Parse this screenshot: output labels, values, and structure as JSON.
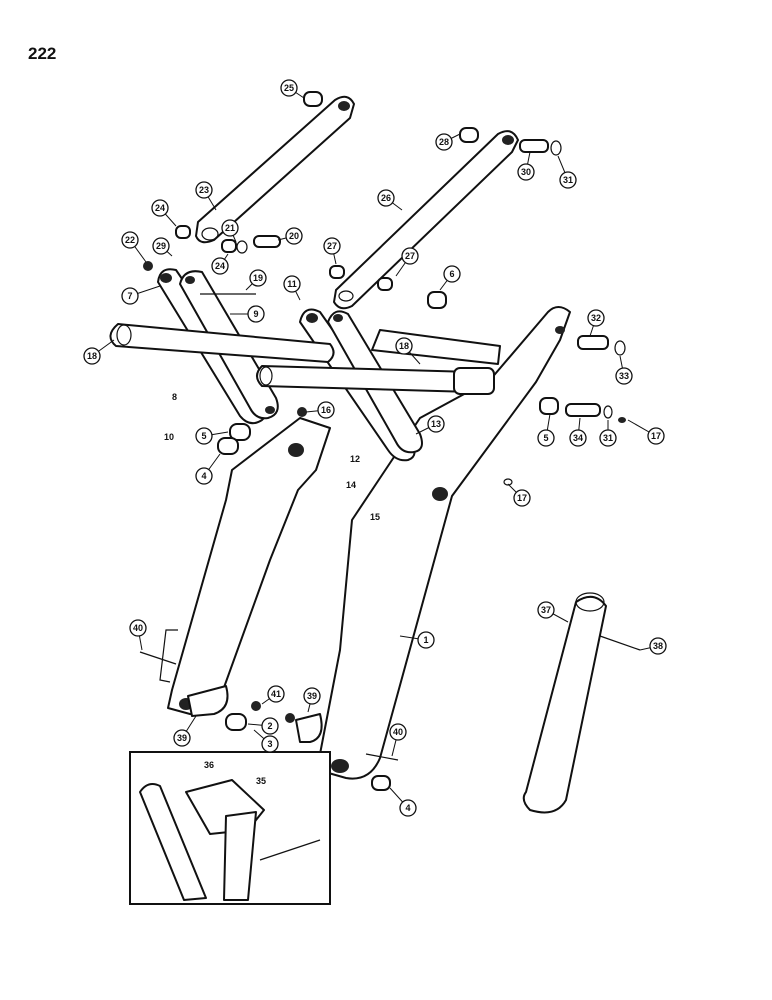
{
  "page_number": "222",
  "callouts": [
    {
      "id": "c25",
      "label": "25"
    },
    {
      "id": "c28",
      "label": "28"
    },
    {
      "id": "c30",
      "label": "30"
    },
    {
      "id": "c31a",
      "label": "31"
    },
    {
      "id": "c23",
      "label": "23"
    },
    {
      "id": "c26",
      "label": "26"
    },
    {
      "id": "c24a",
      "label": "24"
    },
    {
      "id": "c21",
      "label": "21"
    },
    {
      "id": "c20",
      "label": "20"
    },
    {
      "id": "c22",
      "label": "22"
    },
    {
      "id": "c29",
      "label": "29"
    },
    {
      "id": "c24b",
      "label": "24"
    },
    {
      "id": "c27a",
      "label": "27"
    },
    {
      "id": "c27b",
      "label": "27"
    },
    {
      "id": "c6",
      "label": "6"
    },
    {
      "id": "c19",
      "label": "19"
    },
    {
      "id": "c7",
      "label": "7"
    },
    {
      "id": "c11",
      "label": "11"
    },
    {
      "id": "c9",
      "label": "9"
    },
    {
      "id": "c32",
      "label": "32"
    },
    {
      "id": "c18a",
      "label": "18"
    },
    {
      "id": "c18b",
      "label": "18"
    },
    {
      "id": "c33",
      "label": "33"
    },
    {
      "id": "c5a",
      "label": "5"
    },
    {
      "id": "c16",
      "label": "16"
    },
    {
      "id": "c13",
      "label": "13"
    },
    {
      "id": "c5b",
      "label": "5"
    },
    {
      "id": "c34",
      "label": "34"
    },
    {
      "id": "c31b",
      "label": "31"
    },
    {
      "id": "c17a",
      "label": "17"
    },
    {
      "id": "c4a",
      "label": "4"
    },
    {
      "id": "c17b",
      "label": "17"
    },
    {
      "id": "c1",
      "label": "1"
    },
    {
      "id": "c37",
      "label": "37"
    },
    {
      "id": "c40a",
      "label": "40"
    },
    {
      "id": "c38",
      "label": "38"
    },
    {
      "id": "c41",
      "label": "41"
    },
    {
      "id": "c39a",
      "label": "39"
    },
    {
      "id": "c2",
      "label": "2"
    },
    {
      "id": "c39b",
      "label": "39"
    },
    {
      "id": "c3",
      "label": "3"
    },
    {
      "id": "c40b",
      "label": "40"
    },
    {
      "id": "c4b",
      "label": "4"
    }
  ],
  "plain_labels": [
    {
      "id": "p8",
      "label": "8"
    },
    {
      "id": "p10",
      "label": "10"
    },
    {
      "id": "p12",
      "label": "12"
    },
    {
      "id": "p14",
      "label": "14"
    },
    {
      "id": "p15",
      "label": "15"
    },
    {
      "id": "p36",
      "label": "36"
    },
    {
      "id": "p35",
      "label": "35"
    }
  ]
}
